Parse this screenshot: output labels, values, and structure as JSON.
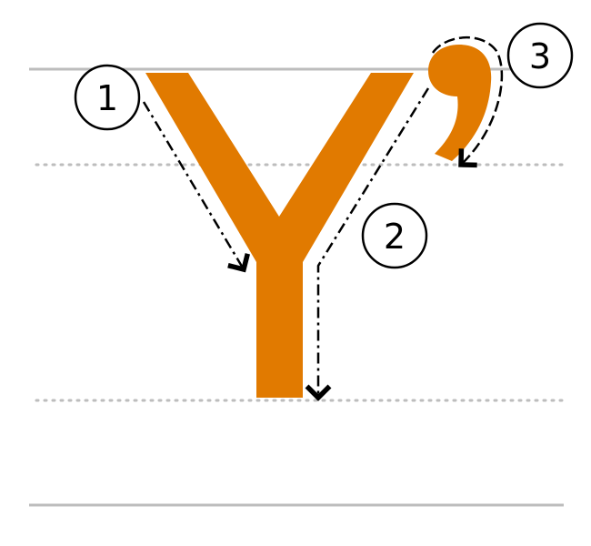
{
  "colors": {
    "letter": "#E17A00",
    "guide_solid": "#BDBDBD",
    "guide_dotted": "#BDBDBD",
    "stroke_path": "#000000"
  },
  "letter": {
    "icon": "letter-y-apostrophe-glyph"
  },
  "strokes": [
    {
      "number": "1"
    },
    {
      "number": "2"
    },
    {
      "number": "3"
    }
  ]
}
